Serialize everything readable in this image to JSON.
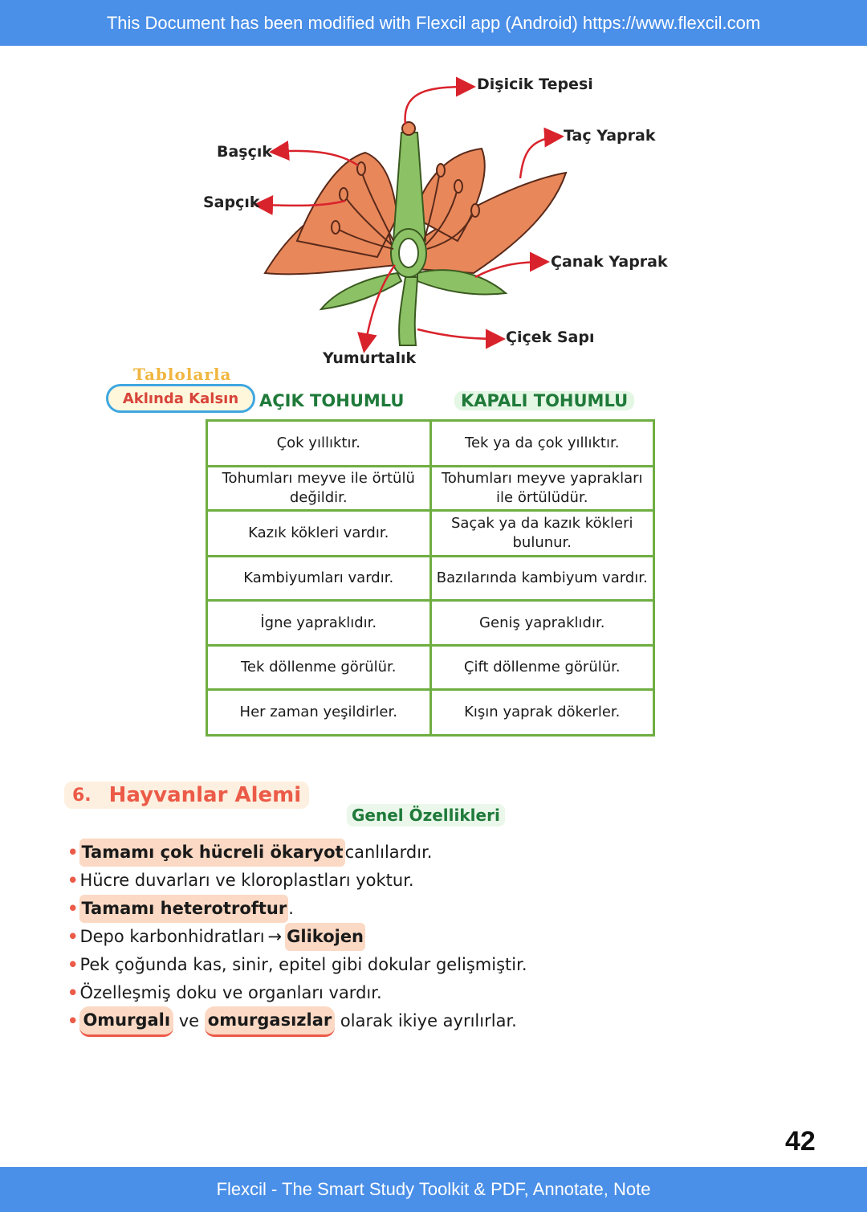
{
  "header": {
    "banner": "This Document has been modified with Flexcil app (Android) https://www.flexcil.com"
  },
  "footer": {
    "banner": "Flexcil - The Smart Study Toolkit & PDF, Annotate, Note"
  },
  "diagram": {
    "labels": {
      "pistil_top": "Dişicik Tepesi",
      "petal": "Taç Yaprak",
      "anther": "Başçık",
      "filament": "Sapçık",
      "sepal": "Çanak Yaprak",
      "stalk": "Çiçek Sapı",
      "ovary": "Yumurtalık"
    },
    "colors": {
      "petal": "#e8875a",
      "stem": "#8cc265",
      "arrow": "#d9232c"
    }
  },
  "badge": {
    "line1": "Tablolarla",
    "line2": "Aklında Kalsın"
  },
  "comparison": {
    "headers": [
      "AÇIK TOHUMLU",
      "KAPALI TOHUMLU"
    ],
    "rows": [
      [
        "Çok yıllıktır.",
        "Tek ya da çok yıllıktır."
      ],
      [
        "Tohumları meyve ile örtülü değildir.",
        "Tohumları meyve yaprakları ile örtülüdür."
      ],
      [
        "Kazık kökleri vardır.",
        "Saçak ya da kazık kökleri bulunur."
      ],
      [
        "Kambiyumları vardır.",
        "Bazılarında kambiyum vardır."
      ],
      [
        "İgne yapraklıdır.",
        "Geniş yapraklıdır."
      ],
      [
        "Tek döllenme görülür.",
        "Çift döllenme görülür."
      ],
      [
        "Her zaman yeşildirler.",
        "Kışın yaprak dökerler."
      ]
    ],
    "border_color": "#6fae42"
  },
  "section": {
    "number": "6.",
    "title": "Hayvanlar Alemi",
    "subtitle": "Genel Özellikleri"
  },
  "features": {
    "f1": {
      "hl": "Tamamı çok hücreli ökaryot",
      "rest": " canlılardır."
    },
    "f2": {
      "text": "Hücre duvarları ve kloroplastları yoktur."
    },
    "f3": {
      "hl": "Tamamı heterotroftur",
      "rest": "."
    },
    "f4": {
      "text": "Depo karbonhidratları",
      "arrow": "→",
      "hl": "Glikojen"
    },
    "f5": {
      "text": "Pek çoğunda kas, sinir, epitel gibi dokular gelişmiştir."
    },
    "f6": {
      "text": "Özelleşmiş doku ve organları vardır."
    },
    "f7": {
      "hl1": "Omurgalı",
      "mid": " ve ",
      "hl2": "omurgasızlar",
      "rest": " olarak ikiye ayrılırlar."
    }
  },
  "page_number": "42"
}
